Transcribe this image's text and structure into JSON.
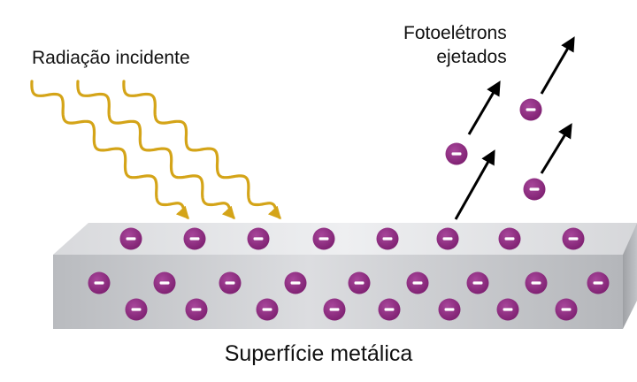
{
  "labels": {
    "radiation": "Radiação incidente",
    "photoelectrons_line1": "Fotoelétrons",
    "photoelectrons_line2": "ejetados",
    "surface": "Superfície metálica"
  },
  "colors": {
    "wave": "#d4a418",
    "electron": "#8e2a80",
    "electron_sign": "#ffffff",
    "arrow": "#000000",
    "slab_top": "#e9eaed",
    "slab_front": "#c7c9cd"
  },
  "icons": {
    "electron": "minus-sign-circle",
    "arrow": "arrow-up-right"
  }
}
